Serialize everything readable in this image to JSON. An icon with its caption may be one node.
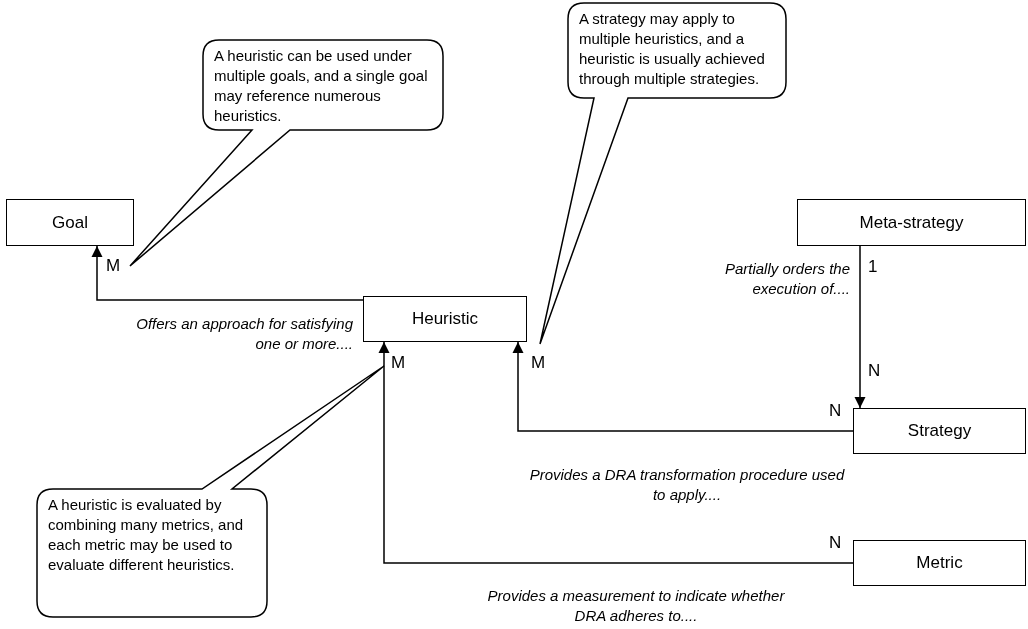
{
  "diagram": {
    "nodes": [
      {
        "text": [
          "Goal"
        ]
      },
      {
        "text": [
          "Heuristic"
        ]
      },
      {
        "text": [
          "Meta-strategy"
        ]
      },
      {
        "text": [
          "Strategy"
        ]
      },
      {
        "text": [
          "Metric"
        ]
      },
      {
        "text": [
          "A heuristic can be used under multiple goals, and a single goal may reference numerous heuristics."
        ]
      },
      {
        "text": [
          "A strategy may apply to multiple heuristics, and a heuristic is usually achieved through multiple strategies."
        ]
      },
      {
        "text": [
          "A heuristic is evaluated by combining many metrics, and each metric may be used to evaluate different heuristics."
        ]
      }
    ],
    "edges": [
      {
        "from": 1,
        "to": 0,
        "arrow": "to",
        "label": "Offers an approach for satisfying one or more...."
      },
      {
        "from": 3,
        "to": 1,
        "arrow": "to",
        "label": "Provides a DRA transformation procedure used to apply...."
      },
      {
        "from": 4,
        "to": 1,
        "arrow": "to",
        "label": "Provides a measurement to indicate whether DRA adheres to...."
      },
      {
        "from": 2,
        "to": 3,
        "arrow": "to",
        "label": "Partially orders the execution of...."
      }
    ],
    "labels": [
      "M",
      "1",
      "M",
      "M",
      "N",
      "N",
      "N"
    ]
  }
}
